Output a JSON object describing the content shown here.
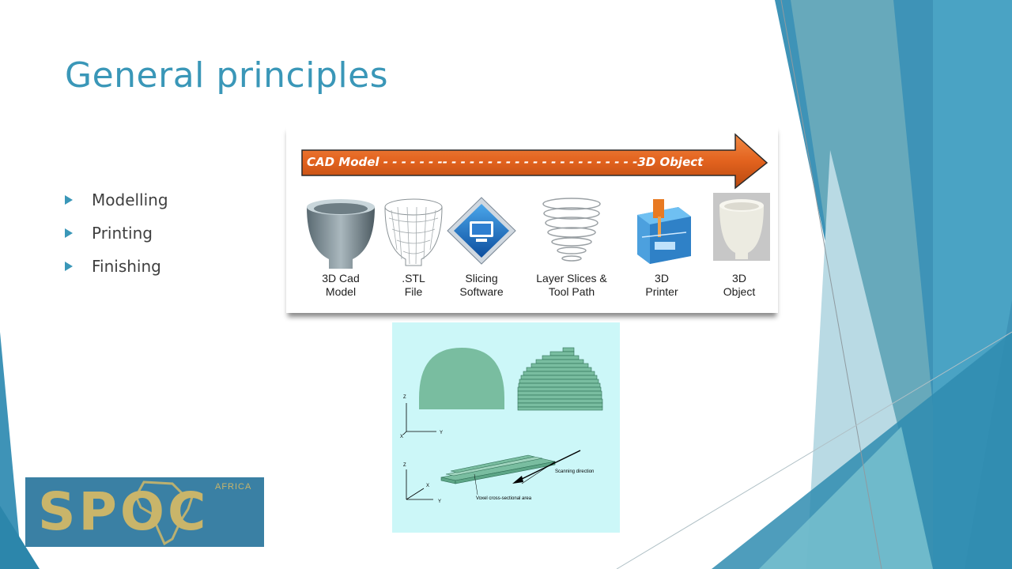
{
  "slide": {
    "title": "General principles",
    "bullets": [
      "Modelling",
      "Printing",
      "Finishing"
    ]
  },
  "process_figure": {
    "arrow_text": "CAD Model - - - - - -  -- - - - - - - - - - - - - - - - - - - - - -3D Object",
    "steps": [
      {
        "label": "3D Cad\nModel",
        "icon": "cad-model-cup-icon"
      },
      {
        "label": ".STL\nFile",
        "icon": "stl-wireframe-icon"
      },
      {
        "label": "Slicing\nSoftware",
        "icon": "slicing-software-icon"
      },
      {
        "label": "Layer Slices &\nTool Path",
        "icon": "layer-slices-icon"
      },
      {
        "label": "3D\nPrinter",
        "icon": "3d-printer-icon"
      },
      {
        "label": "3D\nObject",
        "icon": "printed-object-icon"
      }
    ]
  },
  "voxel_figure": {
    "axis_labels": {
      "z": "Z",
      "x": "X",
      "y": "Y"
    },
    "scanning_label": "Scanning direction",
    "voxel_label": "Voxel cross-sectional area"
  },
  "logo": {
    "text": "SPOC",
    "sub": "AFRICA"
  },
  "colors": {
    "title": "#3a97b8",
    "bullet_marker": "#3a97b8",
    "arrow": "#e2621e",
    "shape_fill": "#79bda0",
    "voxel_bg": "#ccf7f8",
    "logo_bg": "#3a80a4",
    "logo_text": "#c9b56a"
  }
}
